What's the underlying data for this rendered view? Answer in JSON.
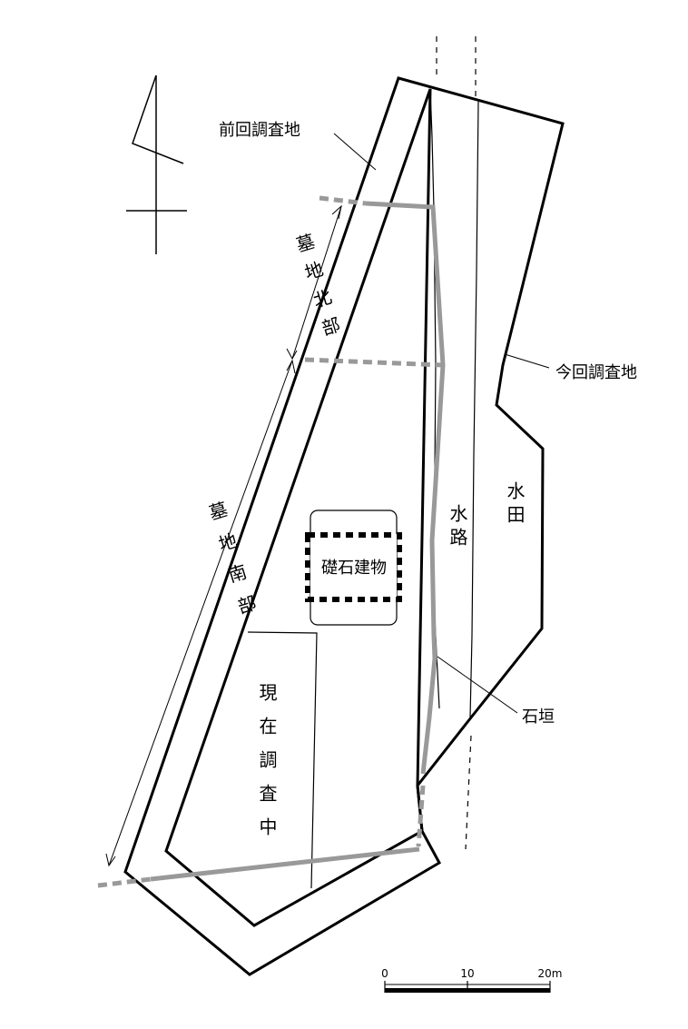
{
  "labels": {
    "previous_survey_area": "前回調査地",
    "current_survey_area": "今回調査地",
    "cemetery_north": "墓地北部",
    "cemetery_south": "墓地南部",
    "stone_building": "礎石建物",
    "waterway": "水路",
    "paddy": "水田",
    "under_survey": "現在調査中",
    "stone_wall": "石垣"
  },
  "scale": {
    "tick0": "0",
    "tick1": "10",
    "tick2": "20m"
  },
  "colors": {
    "outline": "#000000",
    "stone_wall": "#999999",
    "building_dots": "#000000"
  },
  "north_arrow": "north-arrow-icon"
}
